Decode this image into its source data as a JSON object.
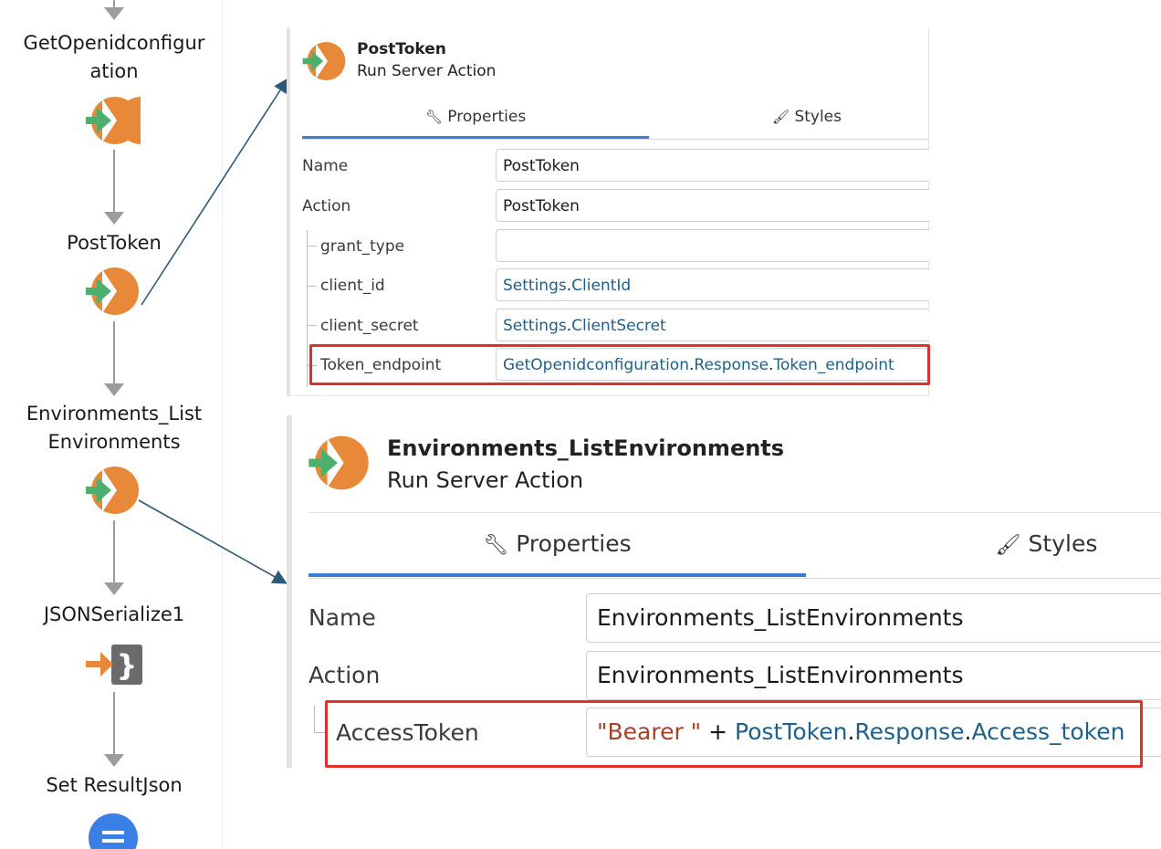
{
  "flow": {
    "nodes": [
      {
        "label": "GetOpenidconfigur\nation",
        "icon": "run-server-action-icon"
      },
      {
        "label": "PostToken",
        "icon": "run-server-action-icon"
      },
      {
        "label": "Environments_List\nEnvironments",
        "icon": "run-server-action-icon"
      },
      {
        "label": "JSONSerialize1",
        "icon": "json-serialize-icon"
      },
      {
        "label": "Set ResultJson",
        "icon": "assign-icon"
      }
    ]
  },
  "panel1": {
    "title": "PostToken",
    "subtitle": "Run Server Action",
    "tabs": {
      "properties": "Properties",
      "styles": "Styles"
    },
    "fields": {
      "name_label": "Name",
      "name_value": "PostToken",
      "action_label": "Action",
      "action_value": "PostToken",
      "grant_type_label": "grant_type",
      "grant_type_value": "",
      "client_id_label": "client_id",
      "client_id_obj": "Settings",
      "client_id_prop": "ClientId",
      "client_secret_label": "client_secret",
      "client_secret_obj": "Settings",
      "client_secret_prop": "ClientSecret",
      "token_endpoint_label": "Token_endpoint",
      "token_endpoint_p1": "GetOpenidconfiguration",
      "token_endpoint_p2": "Response",
      "token_endpoint_p3": "Token_endpoint"
    }
  },
  "panel2": {
    "title": "Environments_ListEnvironments",
    "subtitle": "Run Server Action",
    "tabs": {
      "properties": "Properties",
      "styles": "Styles"
    },
    "fields": {
      "name_label": "Name",
      "name_value": "Environments_ListEnvironments",
      "action_label": "Action",
      "action_value": "Environments_ListEnvironments",
      "access_token_label": "AccessToken",
      "access_token_str": "\"Bearer \"",
      "access_token_op": " + ",
      "access_token_p1": "PostToken",
      "access_token_p2": "Response",
      "access_token_p3": "Access_token"
    }
  },
  "colors": {
    "accent": "#3a7fd6",
    "highlight": "#e0302a",
    "server_action_orange": "#e8893a",
    "arrow_green": "#4caf6e",
    "link_blue": "#1f5f8b"
  }
}
